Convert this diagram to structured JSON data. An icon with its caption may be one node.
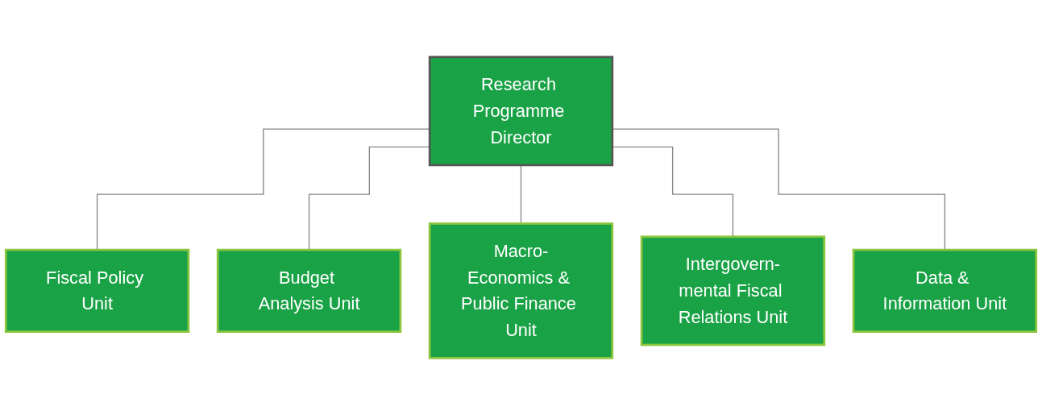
{
  "diagram": {
    "nodes": [
      {
        "text": [
          "Research Programme Director"
        ]
      },
      {
        "text": [
          "Fiscal Policy Unit"
        ]
      },
      {
        "text": [
          "Budget Analysis Unit"
        ]
      },
      {
        "text": [
          "Macro-Economics & Public Finance Unit"
        ]
      },
      {
        "text": [
          "Intergovern-mental Fiscal Relations Unit"
        ]
      },
      {
        "text": [
          "Data & Information Unit"
        ]
      }
    ],
    "edges": [
      {
        "from": 0,
        "to": 1,
        "arrow": "none"
      },
      {
        "from": 0,
        "to": 2,
        "arrow": "none"
      },
      {
        "from": 0,
        "to": 3,
        "arrow": "none"
      },
      {
        "from": 0,
        "to": 4,
        "arrow": "none"
      },
      {
        "from": 0,
        "to": 5,
        "arrow": "none"
      }
    ]
  }
}
